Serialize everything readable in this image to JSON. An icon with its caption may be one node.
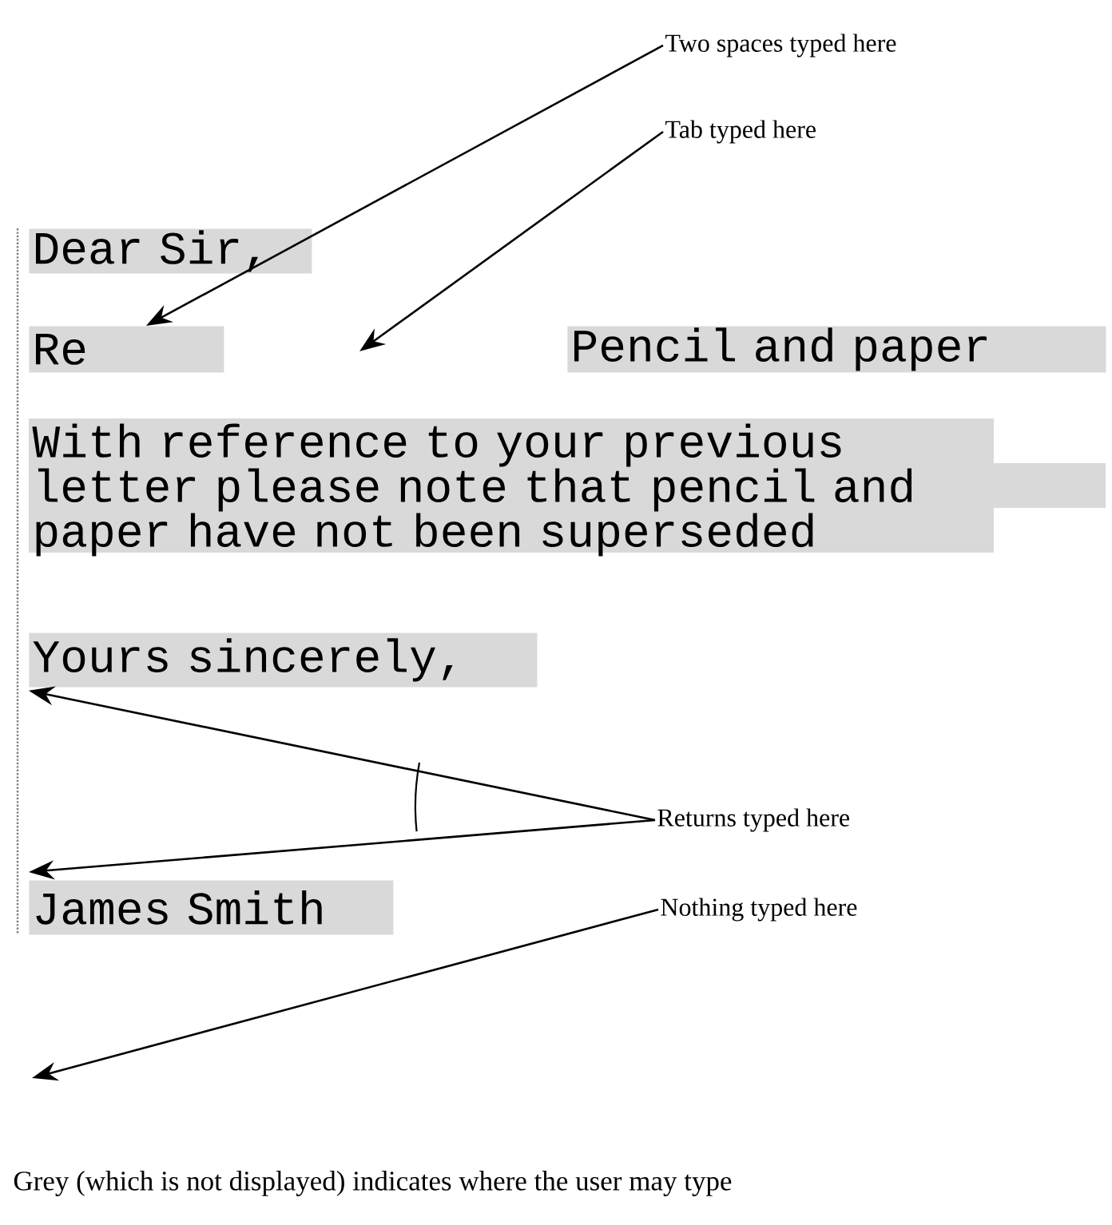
{
  "diagram": {
    "caption": "Grey (which is not displayed) indicates where the user may type",
    "nodes": [
      {
        "text": [
          "Dear Sir,"
        ]
      },
      {
        "text": [
          "Re"
        ]
      },
      {
        "text": [
          "Pencil and paper"
        ]
      },
      {
        "text": [
          "With reference to your previous letter please note that pencil and paper have not been superseded"
        ]
      },
      {
        "text": [
          "Yours sincerely,"
        ]
      },
      {
        "text": [
          "James Smith"
        ]
      },
      {
        "text": [
          "Two spaces typed here"
        ]
      },
      {
        "text": [
          "Tab typed here"
        ]
      },
      {
        "text": [
          "Returns typed here"
        ]
      },
      {
        "text": [
          "Nothing typed here"
        ]
      }
    ],
    "edges": [
      {
        "from": 6,
        "to": 1,
        "arrow": "to"
      },
      {
        "from": 7,
        "to": null,
        "arrow": "to"
      },
      {
        "from": 8,
        "to": 4,
        "arrow": "to"
      },
      {
        "from": 8,
        "to": 5,
        "arrow": "to"
      },
      {
        "from": 9,
        "to": null,
        "arrow": "to"
      }
    ]
  }
}
